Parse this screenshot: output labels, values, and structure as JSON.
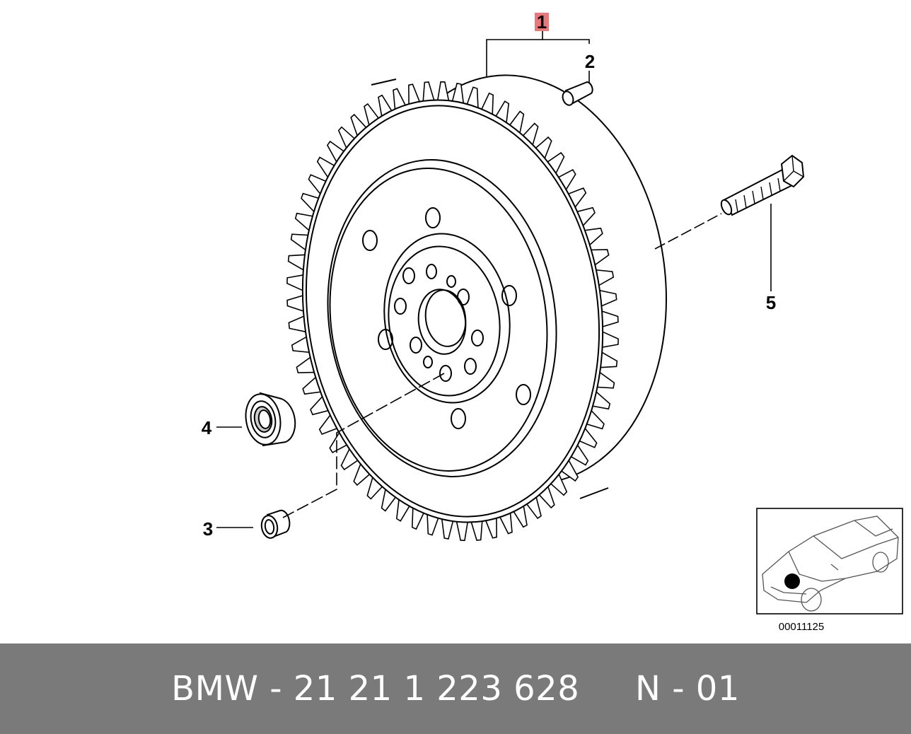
{
  "callouts": {
    "c1": "1",
    "c2": "2",
    "c3": "3",
    "c4": "4",
    "c5": "5"
  },
  "highlight_color": "#e8787a",
  "thumbnail": {
    "code": "00011125"
  },
  "footer": {
    "text": "BMW - 21 21 1 223 628     N - 01"
  }
}
